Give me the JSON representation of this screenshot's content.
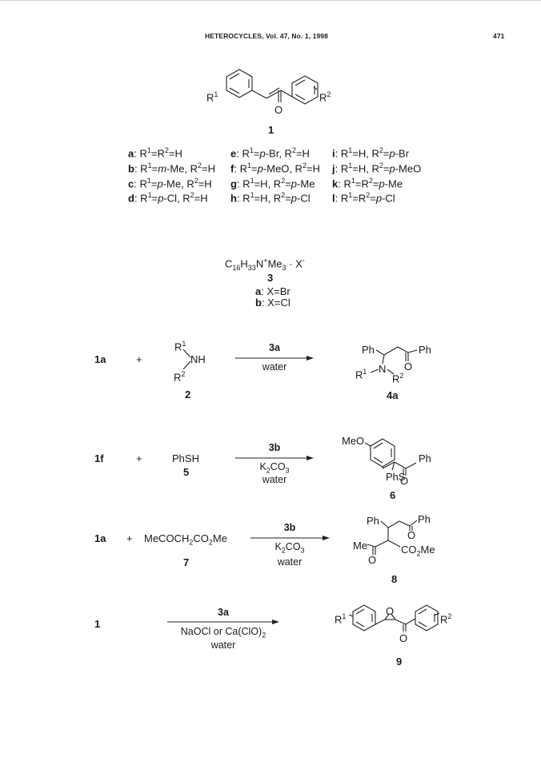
{
  "header": {
    "journal": "HETEROCYCLES, Vol. 47, No. 1, 1998",
    "page": "471"
  },
  "structure1": {
    "r1": "R",
    "r1_sup": "1",
    "r2": "R",
    "r2_sup": "2",
    "carbonyl_o": "O",
    "label": "1"
  },
  "substituents": [
    [
      "a",
      ": R",
      "1",
      "=R",
      "2",
      "=H"
    ],
    [
      "b",
      ": R",
      "1",
      "=",
      "m",
      "-Me, R",
      "2",
      "=H"
    ],
    [
      "c",
      ": R",
      "1",
      "=",
      "p",
      "-Me, R",
      "2",
      "=H"
    ],
    [
      "d",
      ": R",
      "1",
      "=",
      "p",
      "-Cl, R",
      "2",
      "=H"
    ],
    [
      "e",
      ": R",
      "1",
      "=",
      "p",
      "-Br, R",
      "2",
      "=H"
    ],
    [
      "f",
      ": R",
      "1",
      "=",
      "p",
      "-MeO, R",
      "2",
      "=H"
    ],
    [
      "g",
      ": R",
      "1",
      "=H, R",
      "2",
      "=",
      "p",
      "-Me"
    ],
    [
      "h",
      ": R",
      "1",
      "=H, R",
      "2",
      "=",
      "p",
      "-Cl"
    ],
    [
      "i",
      ": R",
      "1",
      "=H, R",
      "2",
      "=",
      "p",
      "-Br"
    ],
    [
      "j",
      ": R",
      "1",
      "=H, R",
      "2",
      "=",
      "p",
      "-MeO"
    ],
    [
      "k",
      ": R",
      "1",
      "=R",
      "2",
      "=",
      "p",
      "-Me"
    ],
    [
      "l",
      ": R",
      "1",
      "=R",
      "2",
      "=",
      "p",
      "-Cl"
    ]
  ],
  "surfactant": {
    "formula_c": "C",
    "formula_c_sub": "16",
    "formula_h": "H",
    "formula_h_sub": "33",
    "formula_n": "N",
    "formula_n_sup": "+",
    "formula_rest": "Me",
    "formula_rest_sub": "3",
    "formula_dot": " · X",
    "formula_x_sup": "-",
    "label": "3",
    "variants": [
      {
        "key": "a",
        "text": ": X=Br"
      },
      {
        "key": "b",
        "text": ": X=Cl"
      }
    ]
  },
  "reaction1": {
    "reactant": "1a",
    "plus": "+",
    "amine_r1": "R",
    "amine_r1_sup": "1",
    "amine_nh": "NH",
    "amine_r2": "R",
    "amine_r2_sup": "2",
    "amine_label": "2",
    "catalyst": "3a",
    "solvent": "water",
    "prod_ph1": "Ph",
    "prod_ph2": "Ph",
    "prod_o": "O",
    "prod_r1": "R",
    "prod_r1_sup": "1",
    "prod_n": "N",
    "prod_r2": "R",
    "prod_r2_sup": "2",
    "product_label": "4a"
  },
  "reaction2": {
    "reactant": "1f",
    "plus": "+",
    "nucleophile": "PhSH",
    "nucleophile_label": "5",
    "catalyst": "3b",
    "base": "K",
    "base_sub": "2",
    "base_rest": "CO",
    "base_rest_sub": "3",
    "solvent": "water",
    "prod_meo": "MeO",
    "prod_ph": "Ph",
    "prod_phs": "PhS",
    "prod_o": "O",
    "product_label": "6"
  },
  "reaction3": {
    "reactant": "1a",
    "plus": "+",
    "nucleophile_a": "MeCOCH",
    "nucleophile_sub": "2",
    "nucleophile_b": "CO",
    "nucleophile_sub2": "2",
    "nucleophile_c": "Me",
    "nucleophile_label": "7",
    "catalyst": "3b",
    "base": "K",
    "base_sub": "2",
    "base_rest": "CO",
    "base_rest_sub": "3",
    "solvent": "water",
    "prod_ph1": "Ph",
    "prod_ph2": "Ph",
    "prod_o1": "O",
    "prod_me": "Me",
    "prod_o2": "O",
    "prod_ester": "CO",
    "prod_ester_sub": "2",
    "prod_ester_rest": "Me",
    "product_label": "8"
  },
  "reaction4": {
    "reactant": "1",
    "catalyst": "3a",
    "oxidant": "NaOCl or Ca(ClO)",
    "oxidant_sub": "2",
    "solvent": "water",
    "prod_r1": "R",
    "prod_r1_sup": "1",
    "prod_epox_o": "O",
    "prod_o": "O",
    "prod_r2": "R",
    "prod_r2_sup": "2",
    "product_label": "9"
  }
}
